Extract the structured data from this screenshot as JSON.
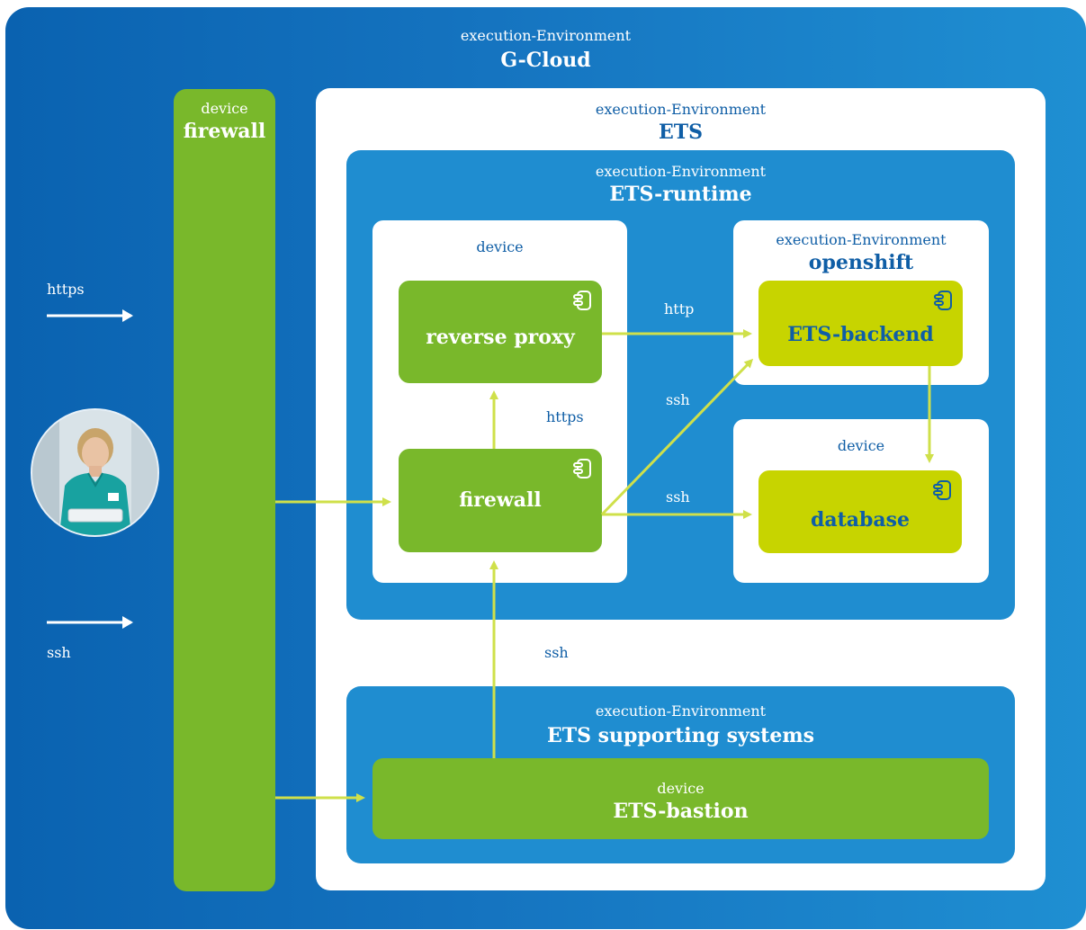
{
  "gcloud": {
    "stereotype": "execution-Environment",
    "name": "G-Cloud"
  },
  "left_firewall": {
    "stereotype": "device",
    "name": "firewall"
  },
  "ets": {
    "stereotype": "execution-Environment",
    "name": "ETS"
  },
  "ets_runtime": {
    "stereotype": "execution-Environment",
    "name": "ETS-runtime"
  },
  "runtime_device": {
    "stereotype": "device"
  },
  "openshift": {
    "stereotype": "execution-Environment",
    "name": "openshift"
  },
  "db_device": {
    "stereotype": "device"
  },
  "supporting": {
    "stereotype": "execution-Environment",
    "name": "ETS supporting systems"
  },
  "bastion": {
    "stereotype": "device",
    "name": "ETS-bastion"
  },
  "components": {
    "reverse_proxy": "reverse proxy",
    "firewall": "firewall",
    "ets_backend": "ETS-backend",
    "database": "database"
  },
  "connections": {
    "external_https": "https",
    "external_ssh": "ssh",
    "proxy_to_backend": "http",
    "firewall_to_proxy": "https",
    "firewall_to_backend": "ssh",
    "firewall_to_database": "ssh",
    "bastion_to_firewall": "ssh"
  },
  "icons": {
    "component": "uml-component-icon",
    "user": "user-photo"
  },
  "colors": {
    "outer_blue": "#0a62b0",
    "inner_blue": "#1f8dd0",
    "green": "#79b82b",
    "lime": "#c7d400",
    "arrow": "#cfe04a",
    "dark_text": "#0f5ea6"
  }
}
